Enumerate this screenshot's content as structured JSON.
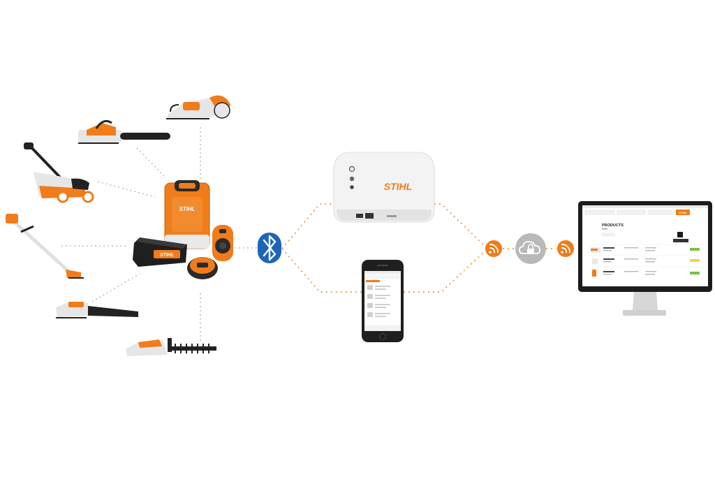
{
  "gateway": {
    "brand": "STIHL"
  },
  "battery_pack": {
    "brand": "STIHL"
  },
  "backpack_battery": {
    "brand": "STIHL"
  },
  "dashboard": {
    "title": "PRODUCTS",
    "action_button": "STIHL"
  },
  "colors": {
    "accent_orange": "#f07c1a",
    "connector_orange": "#e8a25a",
    "connector_gray": "#bdbdbd",
    "bluetooth_blue": "#1f65b7",
    "cloud_gray": "#b9b9b9",
    "device_black": "#1f1f1f",
    "tool_gray": "#e6e6e6"
  },
  "icons": [
    "bluetooth-icon",
    "wireless-signal-icon",
    "cloud-lock-icon"
  ]
}
